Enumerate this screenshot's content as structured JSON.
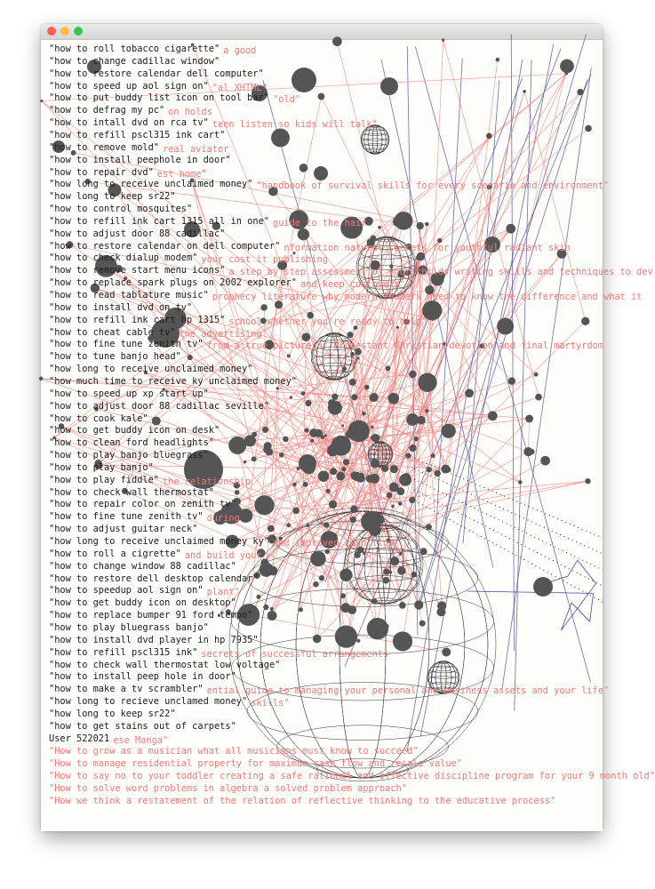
{
  "window": {
    "controls": [
      "close",
      "minimize",
      "maximize"
    ],
    "colors": {
      "close": "#fc605c",
      "minimize": "#fdbc40",
      "maximize": "#34c84a"
    }
  },
  "colors": {
    "background": "#fdfdf9",
    "query_text": "#1b1b1b",
    "title_text": "#f07a7a",
    "link_red": "#f08080",
    "link_blue": "#4a4a9a",
    "node": "#555555",
    "mesh": "#333333"
  },
  "queries": [
    "\"how to roll tobacco cigarette\"",
    "\"how to change cadillac window\"",
    "\"how to restore calendar dell computer\"",
    "\"how to speed up aol sign on\"",
    "\"how to put buddy list icon on tool bar\"",
    "\"how to defrag my pc\"",
    "\"how to intall dvd on rca tv\"",
    "\"how to refill pscl315 ink cart\"",
    "\"how to remove mold\"",
    "\"how to install peephole in door\"",
    "\"how to repair dvd\"",
    "\"how long to receive unclaimed money\"",
    "\"how long to keep sr22\"",
    "\"how to control mosquites\"",
    "\"how to refill ink cart 1315 all in one\"",
    "\"how to adjust door 88 cadillac\"",
    "\"how to restore calendar on dell computer\"",
    "\"how to check dialup modem\"",
    "\"how to remove start menu icons\"",
    "\"how to replace spark plugs on 2002 explorer\"",
    "\"how to read tablature music\"",
    "\"how to install dvd on tv\"",
    "\"how to refill ink cart hp 1315\"",
    "\"how to cheat cable tv\"",
    "\"how to fine tune zenith tv\"",
    "\"how to tune banjo head\"",
    "\"how long to receive unclaimed money\"",
    "\"how much time to receive ky unclaimed money\"",
    "\"how to speed up xp start up\"",
    "\"how to adjust door 88 cadillac seville\"",
    "\"how to cook kale\"",
    "\"how to get buddy icon on desk\"",
    "\"how to clean ford headlights\"",
    "\"how to play banjo bluegrass\"",
    "\"how to play banjo\"",
    "\"how to play fiddle\"",
    "\"how to check wall thermostat\"",
    "\"how to repair color on zenith tv\"",
    "\"how to fine tune zenith tv\"",
    "\"how to adjust guitar neck\"",
    "\"how long to receive unclaimed money ky\"",
    "\"how to roll a cigrette\"",
    "\"how to change window 88 cadillac\"",
    "\"how to restore dell desktop calendar\"",
    "\"how to speedup aol sign on\"",
    "\"how to get buddy icon on desktop\"",
    "\"how to replace bumper 91 ford tempo\"",
    "\"how to play bluegrass banjo\"",
    "\"how to install dvd player in hp 7935\"",
    "\"how to refill pscl315 ink\"",
    "\"how to check wall thermostat low voltage\"",
    "\"how to install peep hole in door\"",
    "\"how to make a tv scrambler\"",
    "\"how long to recieve unclamed money\"",
    "\"how long to keep sr22\"",
    "\"how to get stains out of carpets\"",
    "User 522021"
  ],
  "titles": [
    "\"How to grow as a musician what all musicians must know to succeed\"",
    "\"How to manage residential property for maximum cash flow and resale value\"",
    "\"How to say no to your toddler creating a safe rational and effective discipline program for your 9 month old\"",
    "\"How to solve word problems in algebra a solved problem approach\"",
    "\"How we think a restatement of the relation of reflective thinking to the educative process\""
  ],
  "background_titles": [
    {
      "row": 0,
      "text": "a good"
    },
    {
      "row": 3,
      "text": "\"al XHTML\""
    },
    {
      "row": 4,
      "text": "\"old\""
    },
    {
      "row": 5,
      "text": "on holds"
    },
    {
      "row": 6,
      "text": "teen listen so kids will talk\""
    },
    {
      "row": 8,
      "text": "real aviator"
    },
    {
      "row": 10,
      "text": "est home\""
    },
    {
      "row": 11,
      "text": "\"handbook of survival skills for every scenario and environment\""
    },
    {
      "row": 14,
      "text": "guide to the hair"
    },
    {
      "row": 16,
      "text": "nformation natural secrets for youthful radiant skin"
    },
    {
      "row": 17,
      "text": "your cost it publishing"
    },
    {
      "row": 18,
      "text": "a step by step assessment of your childs writing skills and techniques to dev"
    },
    {
      "row": 19,
      "text": "and keep customers\""
    },
    {
      "row": 20,
      "text": "prophecy literature why modern readers need to know the difference and what it"
    },
    {
      "row": 22,
      "text": "school whether you're ready to help\""
    },
    {
      "row": 23,
      "text": "the advertising"
    },
    {
      "row": 24,
      "text": "from a true picture of Protestant Christian devotion and final martyrdom"
    },
    {
      "row": 35,
      "text": "the relationship"
    },
    {
      "row": 38,
      "text": "during"
    },
    {
      "row": 40,
      "text": "and improved cash flow"
    },
    {
      "row": 41,
      "text": "and build your"
    },
    {
      "row": 44,
      "text": "plant\""
    },
    {
      "row": 49,
      "text": "secrets of successful arrangements"
    },
    {
      "row": 52,
      "text": "ential guide to managing your personal and business assets and your life\""
    },
    {
      "row": 53,
      "text": "skills\""
    },
    {
      "row": 56,
      "text": "ese Manga\""
    }
  ]
}
